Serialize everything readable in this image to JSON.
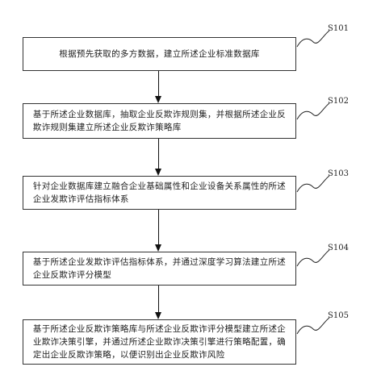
{
  "steps": [
    {
      "id": "S101",
      "text": "根据预先获取的多方数据，建立所述企业标准数据库"
    },
    {
      "id": "S102",
      "text": "基于所述企业数据库，抽取企业反欺诈规则集，并根据所述企业反\n欺诈规则集建立所述企业反欺诈策略库"
    },
    {
      "id": "S103",
      "text": "针对企业数据库建立融合企业基础属性和企业设备关系属性的所述\n企业发欺诈评估指标体系"
    },
    {
      "id": "S104",
      "text": "基于所述企业发欺诈评估指标体系，并通过深度学习算法建立所述\n企业反欺诈评分模型"
    },
    {
      "id": "S105",
      "text": "基于所述企业反欺诈策略库与所述企业反欺诈评分模型建立所述企\n业欺诈决策引擎，并通过所述企业欺诈决策引擎进行策略配置，确\n定出企业反欺诈策略，以便识别出企业反欺诈风险"
    }
  ]
}
